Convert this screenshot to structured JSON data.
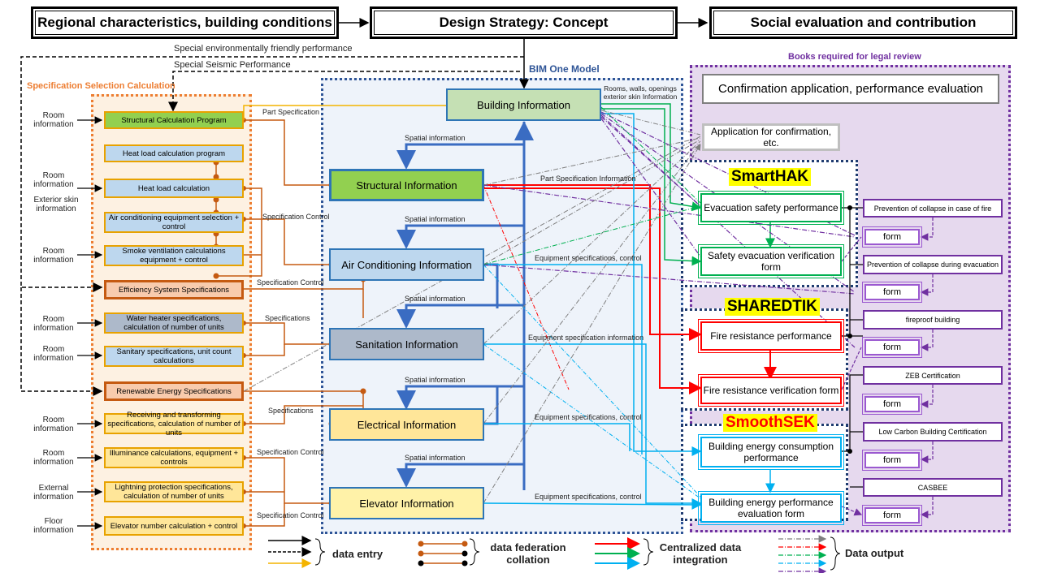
{
  "header": {
    "col1": "Regional characteristics, building conditions",
    "col2": "Design Strategy: Concept",
    "col3": "Social evaluation and contribution"
  },
  "top_notes": {
    "env": "Special environmentally friendly performance",
    "seismic": "Special Seismic Performance"
  },
  "regions": {
    "spec_selection": "Specification Selection Calculation",
    "bim_model": "BIM One Model",
    "legal_books": "Books required for legal review"
  },
  "input_labels": {
    "room_info_1": "Room information",
    "room_info_2": "Room information",
    "exterior_skin": "Exterior skin information",
    "room_info_3": "Room information",
    "room_info_4": "Room information",
    "room_info_5": "Room information",
    "room_info_6": "Room information",
    "room_info_7": "Room information",
    "external_info": "External information",
    "floor_info": "Floor information"
  },
  "spec_items": {
    "structural_calc": "Structural Calculation Program",
    "heat_load_program": "Heat load calculation program",
    "heat_load_calc": "Heat load calculation",
    "ac_equipment": "Air conditioning equipment selection + control",
    "smoke_vent": "Smoke ventilation calculations equipment + control",
    "efficiency": "Efficiency System Specifications",
    "water_heater": "Water heater specifications, calculation of number of units",
    "sanitary": "Sanitary specifications, unit count calculations",
    "renewable": "Renewable Energy Specifications",
    "receiving": "Receiving and transforming specifications, calculation of number of units",
    "illuminance": "Illuminance calculations, equipment + controls",
    "lightning": "Lightning protection specifications, calculation of number of units",
    "elevator_calc": "Elevator number calculation + control"
  },
  "bim_items": {
    "building": "Building Information",
    "structural": "Structural Information",
    "air_conditioning": "Air Conditioning Information",
    "sanitation": "Sanitation Information",
    "electrical": "Electrical Information",
    "elevator": "Elevator Information"
  },
  "edge_labels": {
    "part_spec": "Part Specification",
    "rooms_walls": "Rooms, walls, openings exterior skin Information",
    "spatial_1": "Spatial information",
    "part_spec_info": "Part Specification Information",
    "spec_control_1": "Specification Control",
    "spatial_2": "Spatial information",
    "equip_spec_control_1": "Equipment specifications, control",
    "spec_control_2": "Specification Control",
    "spatial_3": "Spatial information",
    "specifications_1": "Specifications",
    "equip_spec_info": "Equipment specification information",
    "spatial_4": "Spatial information",
    "specifications_2": "Specifications",
    "equip_spec_control_2": "Equipment specifications, control",
    "spec_control_3": "Specification Control",
    "spatial_5": "Spatial information",
    "spec_control_4": "Specification Control",
    "equip_spec_control_3": "Equipment specifications, control"
  },
  "outputs": {
    "confirmation": "Confirmation application, performance evaluation",
    "application": "Application for confirmation, etc.",
    "evacuation": "Evacuation safety performance",
    "safety_form": "Safety evacuation verification form",
    "fire_perf": "Fire resistance performance",
    "fire_form": "Fire resistance verification form",
    "energy_perf": "Building energy consumption performance",
    "energy_form": "Building energy performance evaluation form"
  },
  "tools": {
    "smarthak": "SmartHAK",
    "sharedtik": "SHAREDTIK",
    "smoothsek": "SmoothSEK"
  },
  "legal_items": {
    "collapse_fire": "Prevention of collapse in case of fire",
    "collapse_evac": "Prevention of collapse during evacuation",
    "fireproof": "fireproof building",
    "zeb": "ZEB Certification",
    "low_carbon": "Low Carbon Building Certification",
    "casbee": "CASBEE",
    "form": "form"
  },
  "legend": {
    "data_entry": "data entry",
    "federation": "data federation collation",
    "centralized": "Centralized data integration",
    "output": "Data output"
  },
  "colors": {
    "orange": "#ed7d31",
    "blue": "#4472c4",
    "purple": "#7030a0",
    "red": "#ff0000",
    "green": "#00b050",
    "cyan": "#00b0f0"
  }
}
